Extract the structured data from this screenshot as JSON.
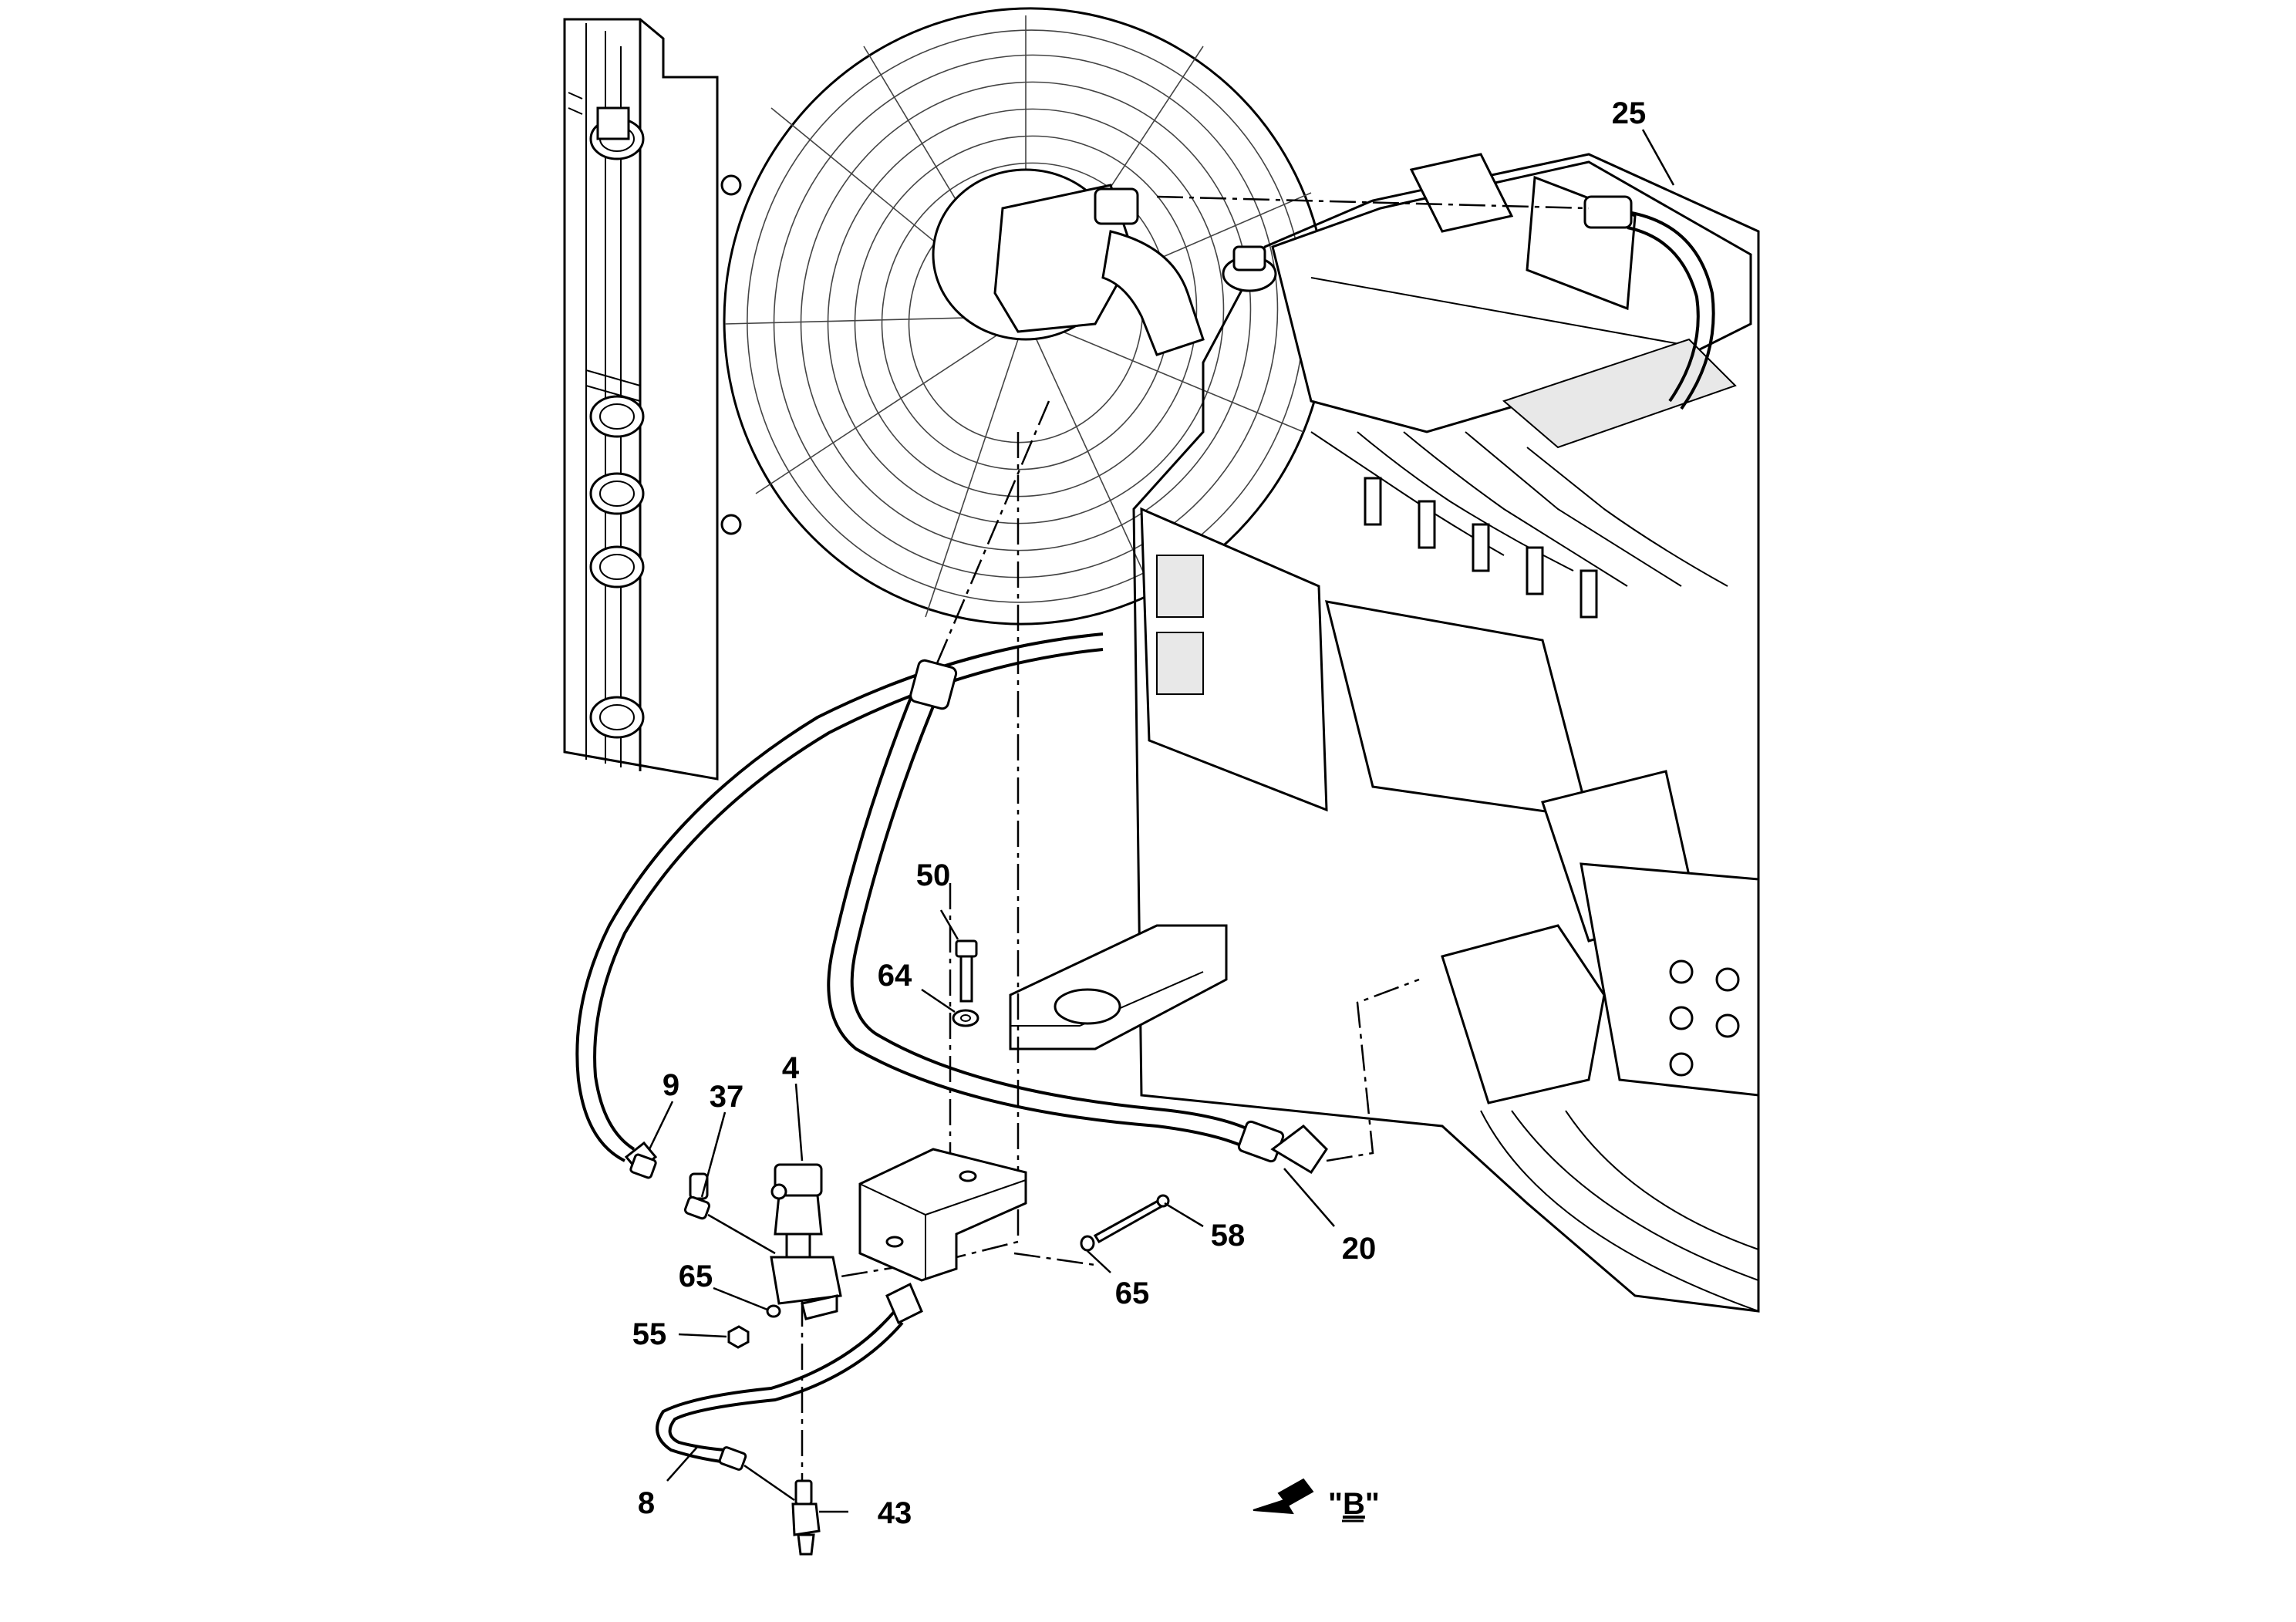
{
  "diagram": {
    "callouts": [
      {
        "id": "25",
        "label": "25"
      },
      {
        "id": "50",
        "label": "50"
      },
      {
        "id": "64",
        "label": "64"
      },
      {
        "id": "4",
        "label": "4"
      },
      {
        "id": "9",
        "label": "9"
      },
      {
        "id": "37",
        "label": "37"
      },
      {
        "id": "58",
        "label": "58"
      },
      {
        "id": "20",
        "label": "20"
      },
      {
        "id": "65a",
        "label": "65"
      },
      {
        "id": "65b",
        "label": "65"
      },
      {
        "id": "55",
        "label": "55"
      },
      {
        "id": "8",
        "label": "8"
      },
      {
        "id": "43",
        "label": "43"
      }
    ],
    "view": {
      "prefix": "\"",
      "letter": "B",
      "suffix": "\""
    }
  }
}
